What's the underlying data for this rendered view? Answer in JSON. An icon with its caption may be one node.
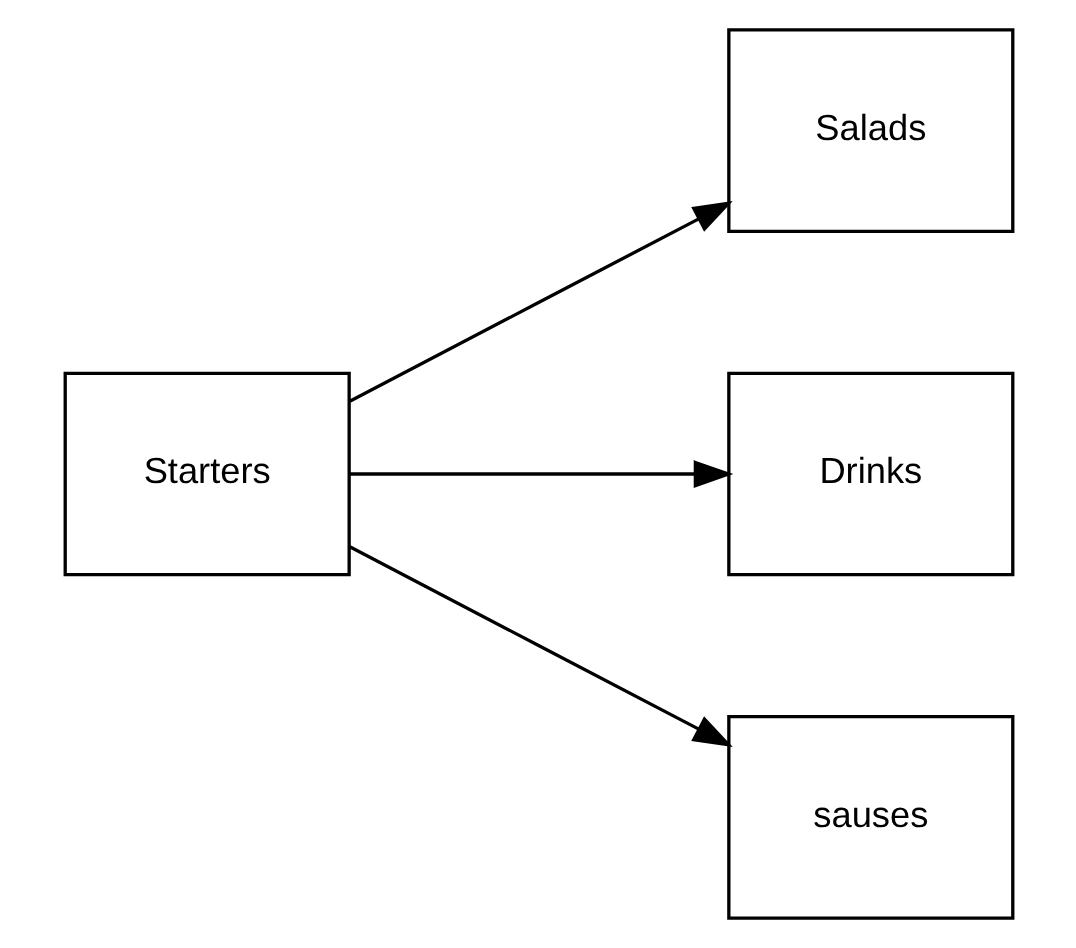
{
  "diagram": {
    "nodes": [
      {
        "text": [
          "Starters"
        ]
      },
      {
        "text": [
          "Salads"
        ]
      },
      {
        "text": [
          "Drinks"
        ]
      },
      {
        "text": [
          "sauses"
        ]
      }
    ],
    "edges": [
      {
        "from": 0,
        "to": 1,
        "arrow": "to"
      },
      {
        "from": 0,
        "to": 2,
        "arrow": "to"
      },
      {
        "from": 0,
        "to": 3,
        "arrow": "to"
      }
    ]
  }
}
